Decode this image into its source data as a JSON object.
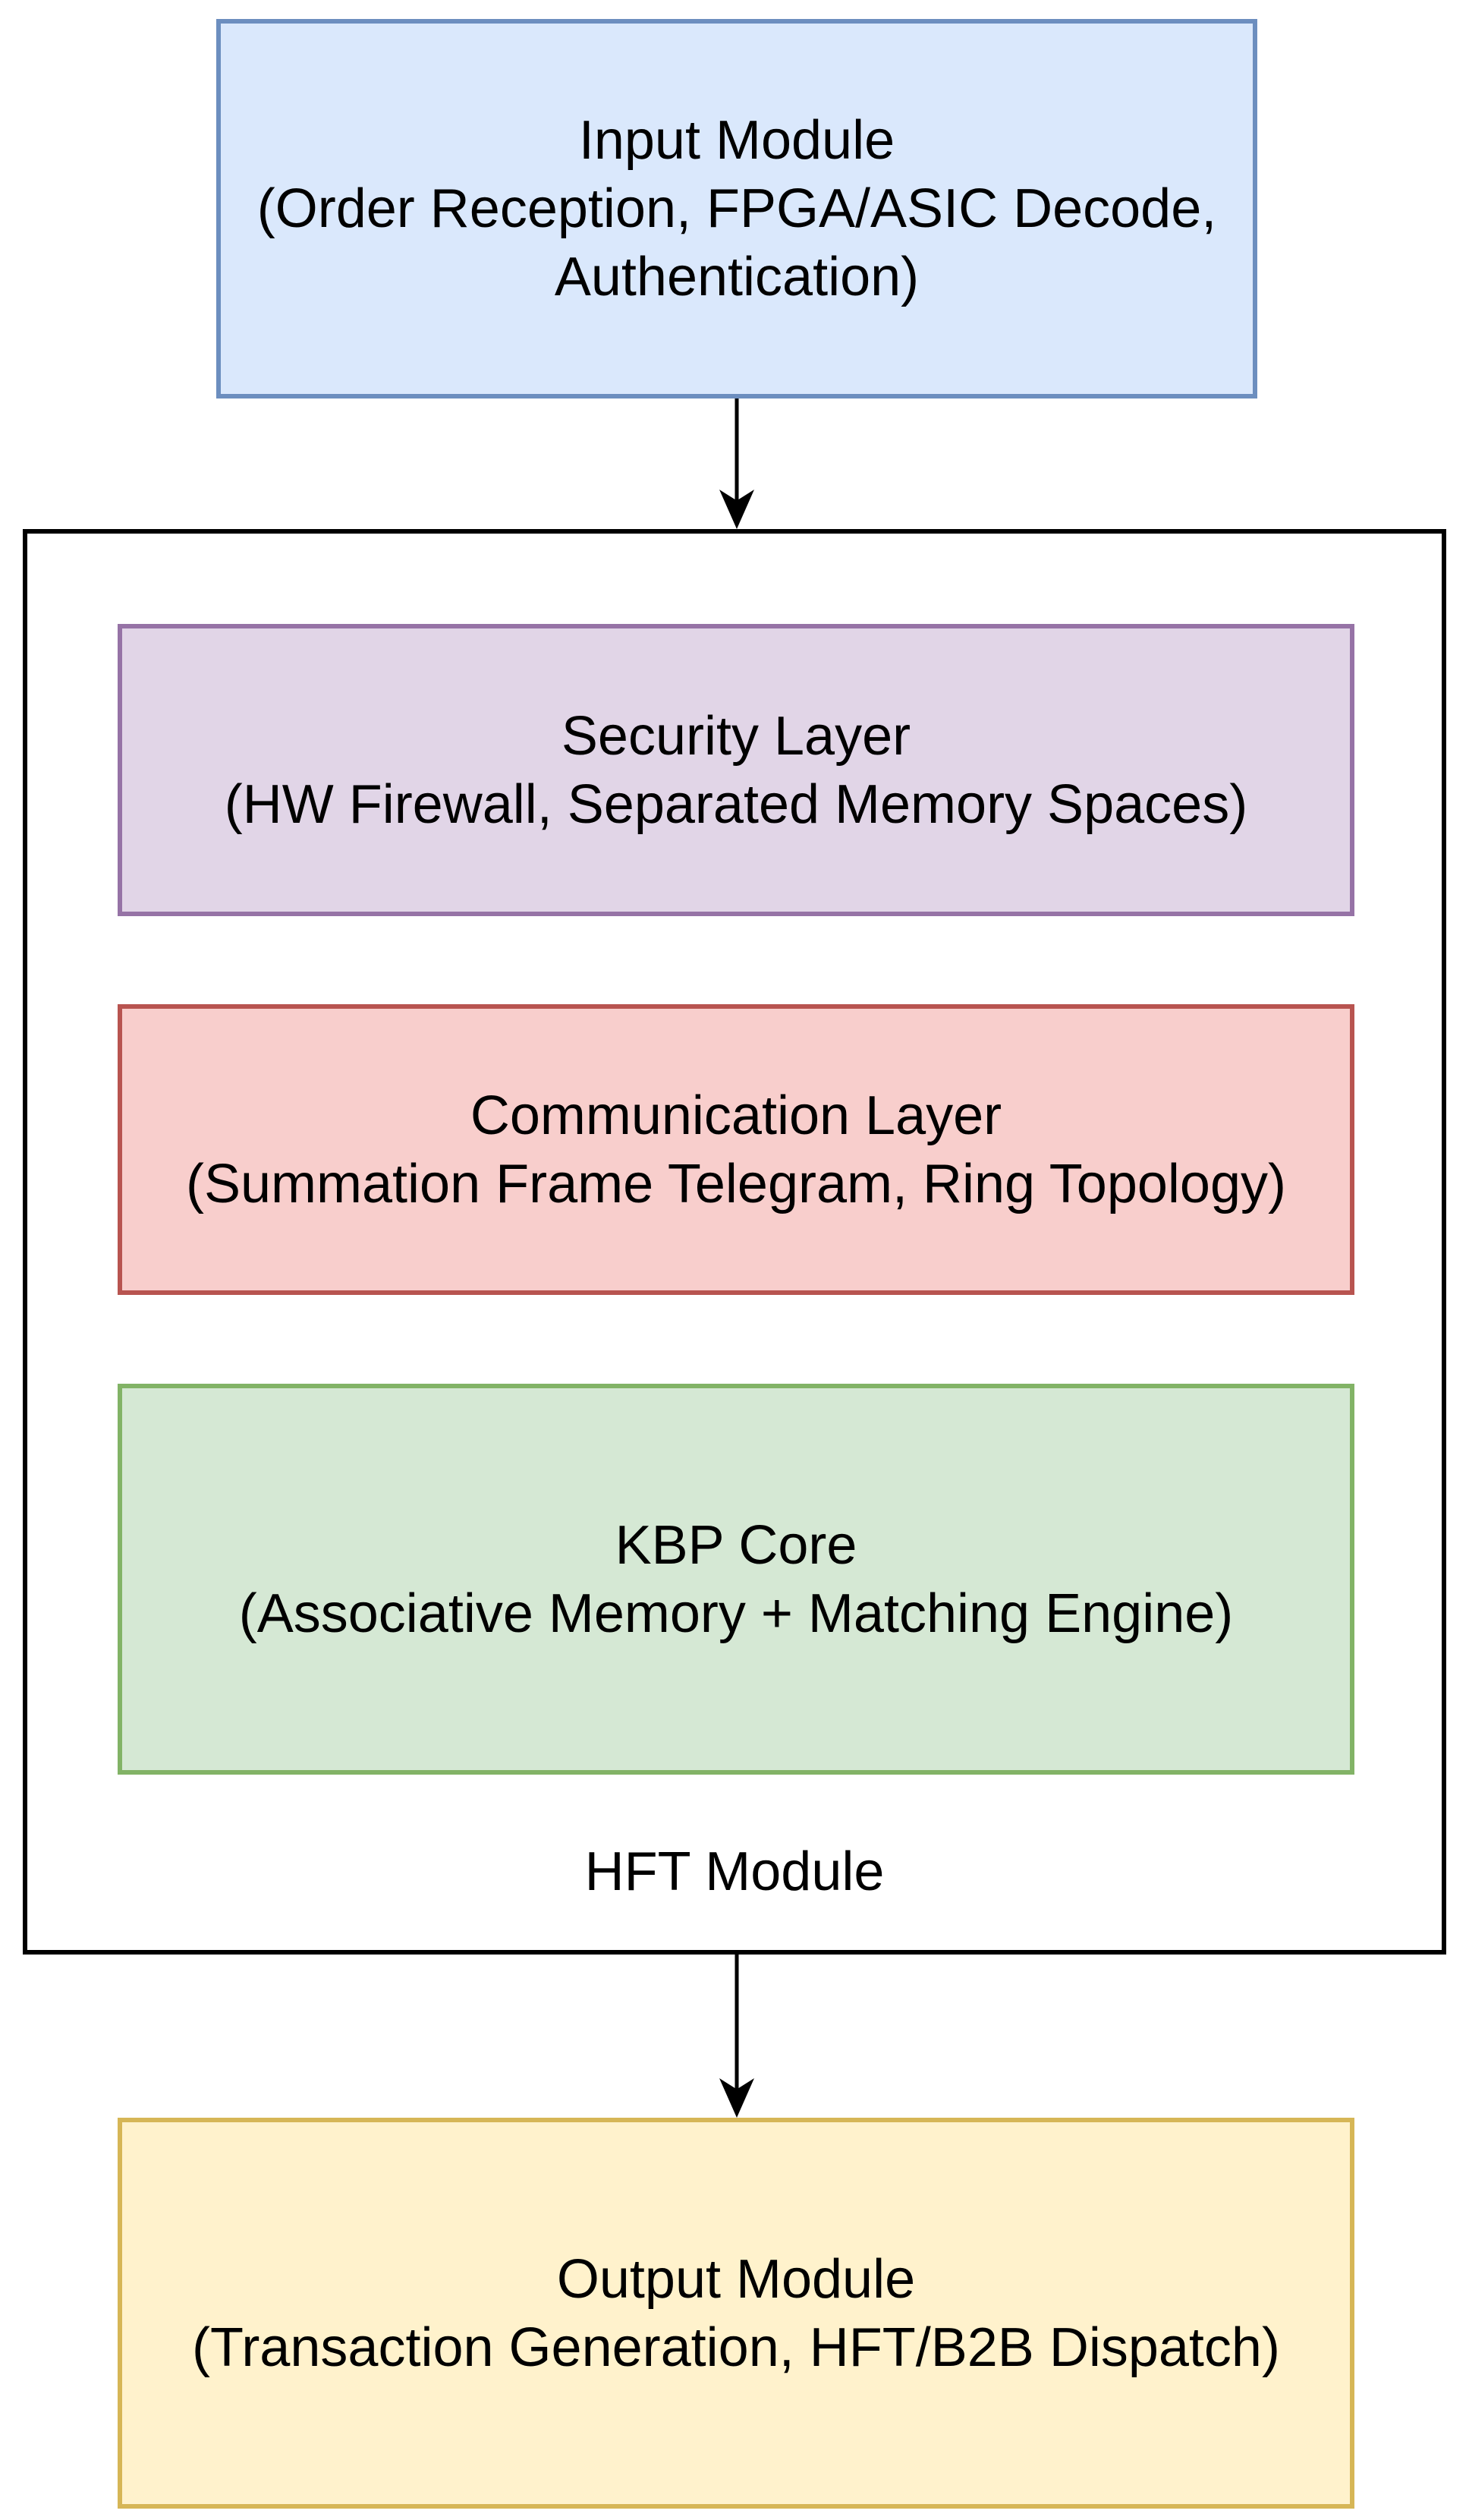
{
  "diagram": {
    "text_color": "#000000",
    "nodes": {
      "input_module": {
        "lines": [
          "Input Module",
          "(Order Reception, FPGA/ASIC Decode,",
          "Authentication)"
        ],
        "fill": "#dae8fc",
        "stroke": "#6c8ebf"
      },
      "hft_module": {
        "label": "HFT Module",
        "fill": "#ffffff",
        "stroke": "#000000"
      },
      "security_layer": {
        "lines": [
          "Security Layer",
          "(HW Firewall, Separated Memory Spaces)"
        ],
        "fill": "#e1d5e7",
        "stroke": "#9673a6"
      },
      "communication_layer": {
        "lines": [
          "Communication Layer",
          "(Summation Frame Telegram, Ring Topology)"
        ],
        "fill": "#f8cecc",
        "stroke": "#b85450"
      },
      "kbp_core": {
        "lines": [
          "KBP Core",
          "(Associative Memory + Matching Engine)"
        ],
        "fill": "#d5e8d4",
        "stroke": "#82b366"
      },
      "output_module": {
        "lines": [
          "Output Module",
          "(Transaction Generation, HFT/B2B Dispatch)"
        ],
        "fill": "#fff2cc",
        "stroke": "#d6b656"
      }
    },
    "connectors": [
      {
        "name": "input-to-hft",
        "color": "#000000",
        "direction": "down"
      },
      {
        "name": "hft-to-output",
        "color": "#000000",
        "direction": "down"
      }
    ]
  }
}
